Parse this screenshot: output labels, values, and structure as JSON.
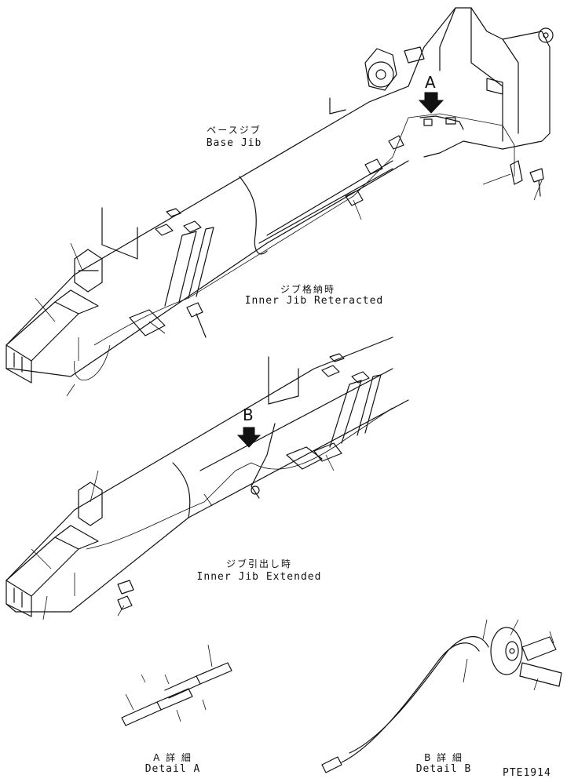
{
  "labels": {
    "base_jib_jp": "ベースジブ",
    "base_jib_en": "Base Jib",
    "retracted_jp": "ジブ格納時",
    "retracted_en": "Inner Jib Reteracted",
    "extended_jp": "ジブ引出し時",
    "extended_en": "Inner Jib Extended",
    "detail_a_jp": "A 詳 細",
    "detail_a_en": "Detail A",
    "detail_b_jp": "B 詳 細",
    "detail_b_en": "Detail B"
  },
  "markers": {
    "a": "A",
    "b": "B"
  },
  "drawing_code": "PTE1914"
}
